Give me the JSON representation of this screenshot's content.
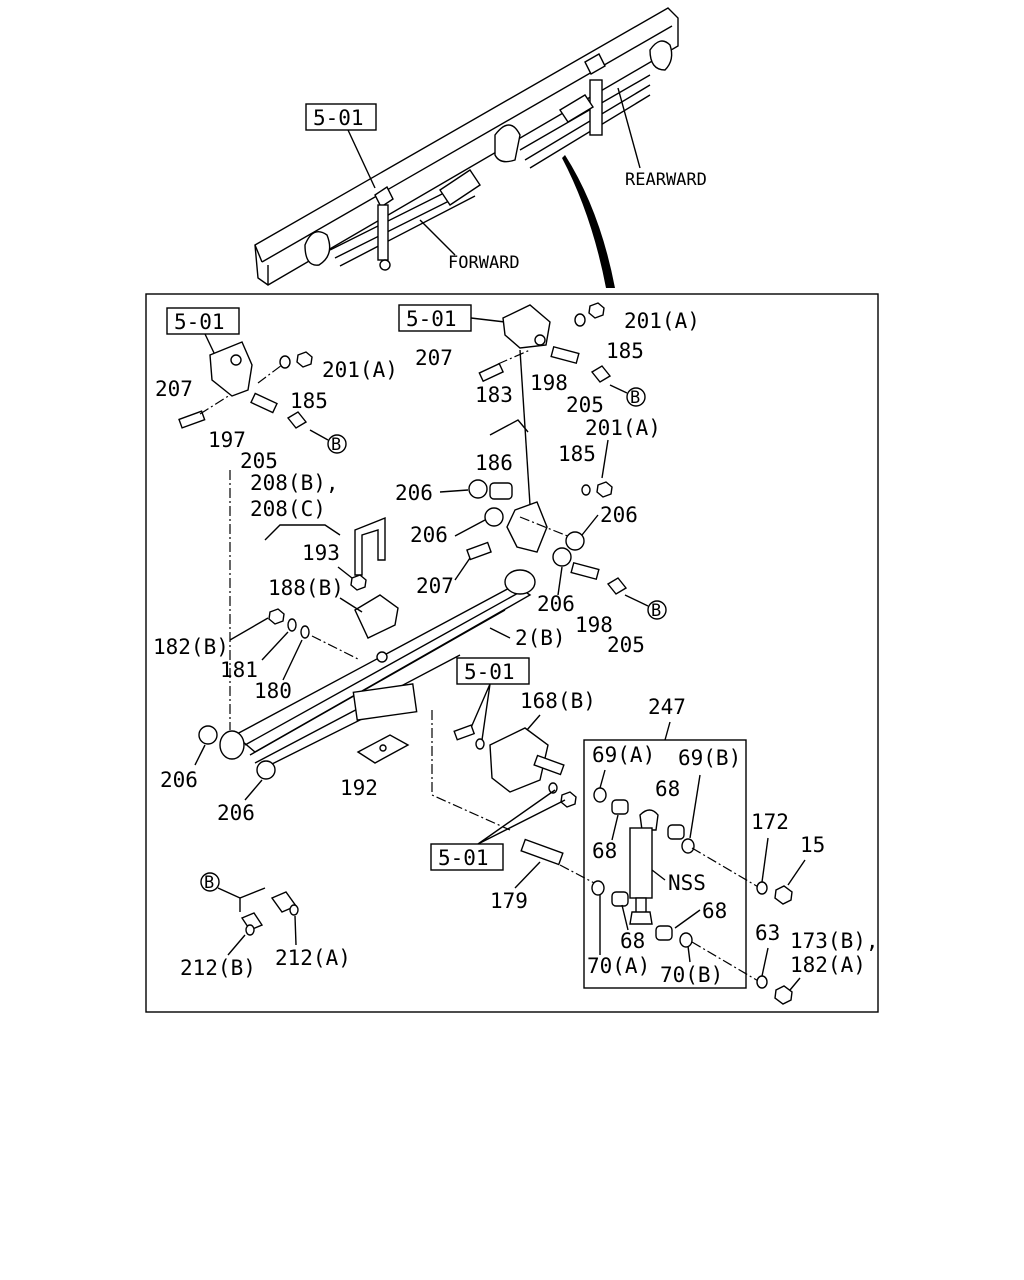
{
  "refs": {
    "top": "5-01",
    "upper_left": "5-01",
    "upper_mid": "5-01",
    "mid": "5-01",
    "lower": "5-01"
  },
  "directions": {
    "rearward": "REARWARD",
    "forward": "FORWARD"
  },
  "parts": {
    "p201a_1": "201(A)",
    "p185_1": "185",
    "p207_1": "207",
    "p198_1": "198",
    "p205_1": "205",
    "p183": "183",
    "p201a_2": "201(A)",
    "p207_2": "207",
    "p185_2": "185",
    "p197": "197",
    "p205_2": "205",
    "p201a_3": "201(A)",
    "p185_3": "185",
    "p186": "186",
    "p206_1": "206",
    "p208b": "208(B),",
    "p208c": "208(C)",
    "p206_2": "206",
    "p206_3": "206",
    "p193": "193",
    "p207_3": "207",
    "p188b": "188(B)",
    "p206_4": "206",
    "p198_2": "198",
    "p205_3": "205",
    "p182b": "182(B)",
    "p2b": "2(B)",
    "p181": "181",
    "p180": "180",
    "p168b": "168(B)",
    "p247": "247",
    "p69a": "69(A)",
    "p69b": "69(B)",
    "p68_1": "68",
    "p206_5": "206",
    "p206_6": "206",
    "p192": "192",
    "p68_2": "68",
    "p172": "172",
    "p15": "15",
    "nss": "NSS",
    "p179": "179",
    "p68_3": "68",
    "p68_4": "68",
    "p63": "63",
    "p173b": "173(B),",
    "p182a": "182(A)",
    "p70a": "70(A)",
    "p70b": "70(B)",
    "p212b": "212(B)",
    "p212a": "212(A)"
  },
  "markers": {
    "b1": "B",
    "b2": "B",
    "b3": "B",
    "b4": "B"
  }
}
